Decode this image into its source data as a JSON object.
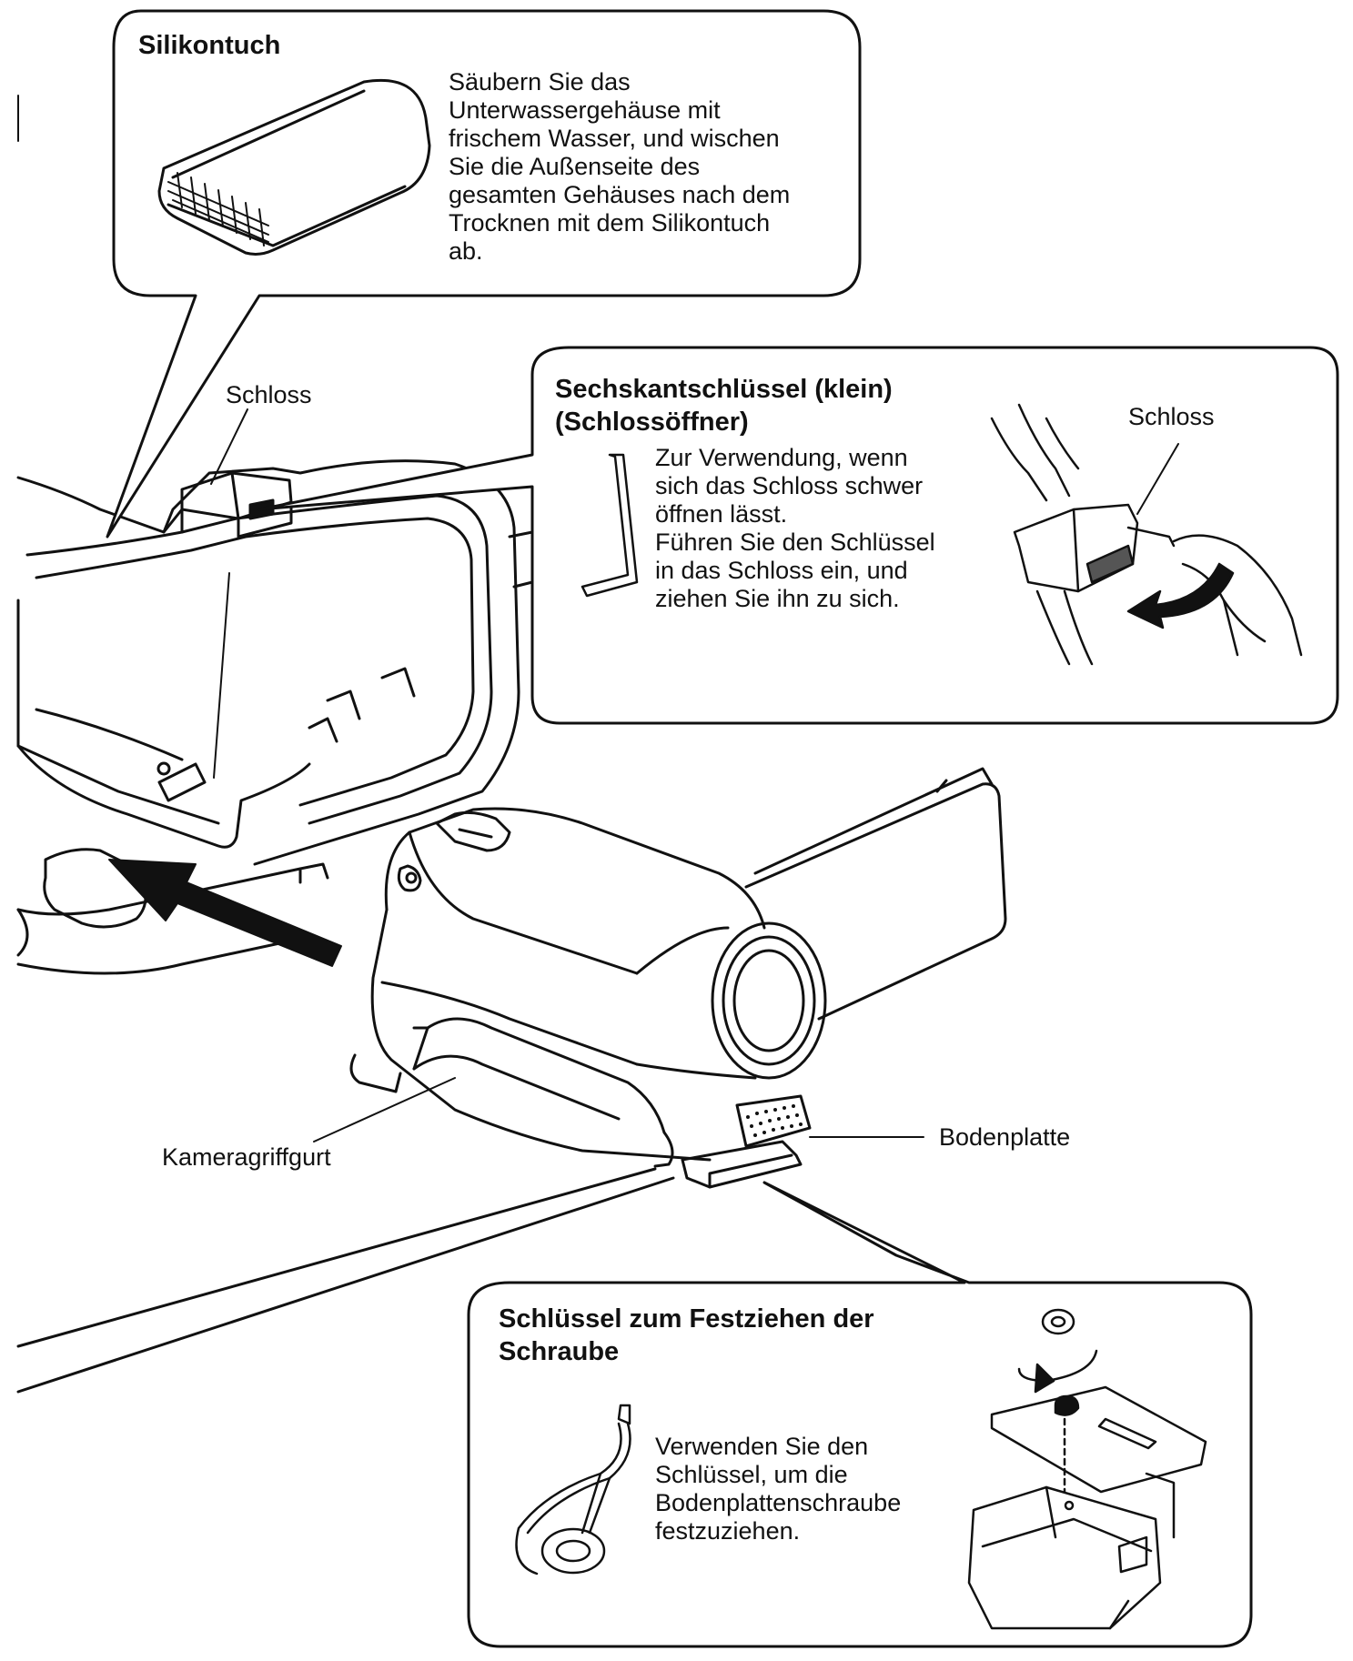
{
  "callouts": {
    "silikontuch": {
      "title": "Silikontuch",
      "text": "Säubern Sie das\nUnterwassergehäuse mit\nfrischem Wasser, und wischen\nSie die Außenseite des\ngesamten Gehäuses nach dem\nTrocknen mit dem Silikontuch\nab."
    },
    "sechskant": {
      "title": "Sechskantschlüssel (klein)\n(Schlossöffner)",
      "text": "Zur Verwendung, wenn\nsich das Schloss schwer\nöffnen lässt.\nFühren Sie den Schlüssel\nin das Schloss ein, und\nziehen Sie ihn zu sich.",
      "inset_label": "Schloss"
    },
    "schraube": {
      "title": "Schlüssel zum Festziehen der\nSchraube",
      "text": "Verwenden Sie den\nSchlüssel, um die\nBodenplattenschraube\nfestzuziehen."
    }
  },
  "labels": {
    "schloss": "Schloss",
    "kameragriffgurt": "Kameragriffgurt",
    "bodenplatte": "Bodenplatte"
  }
}
